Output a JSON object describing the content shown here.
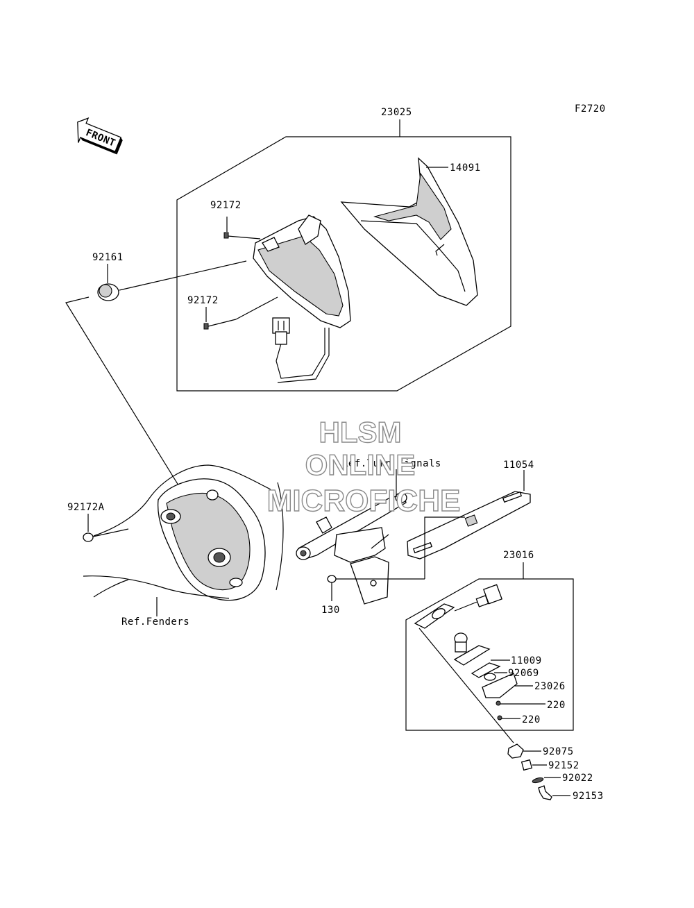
{
  "diagram_code": "F2720",
  "direction": {
    "text": "FRONT",
    "icon": "front-arrow-icon"
  },
  "callouts": {
    "p23025": "23025",
    "p14091": "14091",
    "p92172_top": "92172",
    "p92161": "92161",
    "p92172_mid": "92172",
    "p92172A": "92172A",
    "p11054": "11054",
    "p23016": "23016",
    "p130": "130",
    "p11009": "11009",
    "p92069": "92069",
    "p23026": "23026",
    "p220_a": "220",
    "p220_b": "220",
    "p92075": "92075",
    "p92152": "92152",
    "p92022": "92022",
    "p92153": "92153"
  },
  "references": {
    "turn_signals": "Ref.Turn Signals",
    "fenders": "Ref.Fenders"
  },
  "watermark": {
    "line1": "HLSM",
    "line2": "ONLINE",
    "line3": "MICROFICHE"
  },
  "colors": {
    "line": "#000000",
    "watermark_outline": "#8a8a8a",
    "background": "#ffffff"
  }
}
